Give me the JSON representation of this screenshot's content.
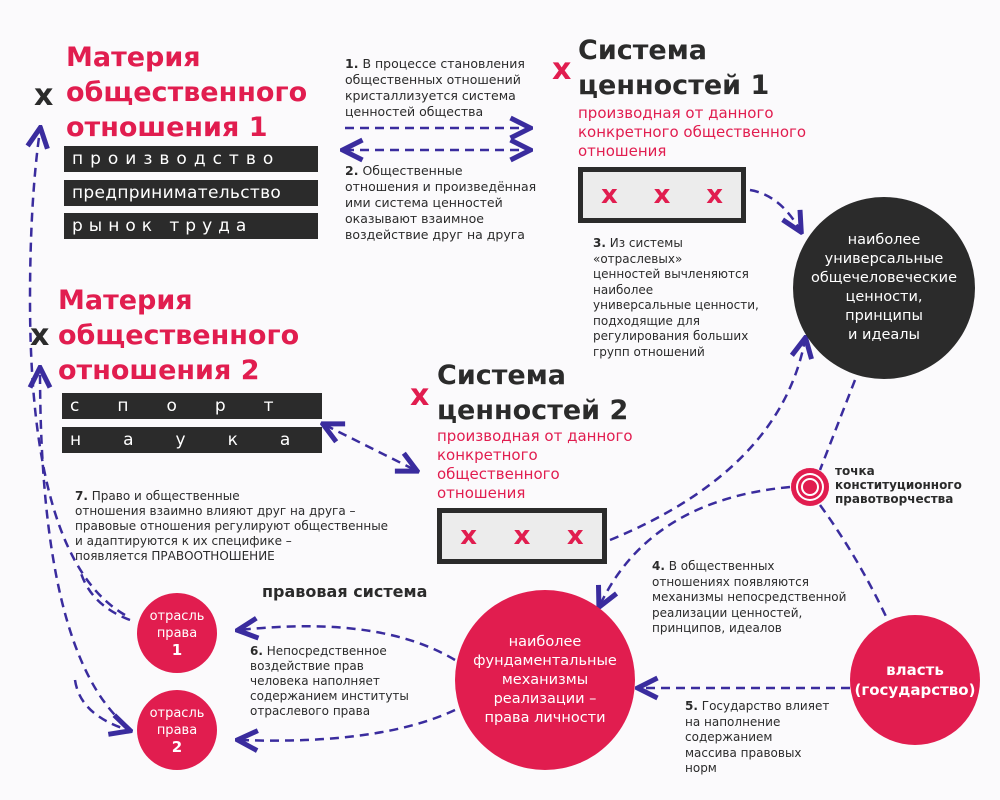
{
  "mark": "x",
  "materia1": {
    "title_lines": [
      "Материя",
      "общественного",
      "отношения 1"
    ],
    "items": [
      "производство",
      "предпринимательство",
      "рынок труда"
    ]
  },
  "materia2": {
    "title_lines": [
      "Материя",
      "общественного",
      "отношения 2"
    ],
    "items": [
      "спорт",
      "наука"
    ]
  },
  "system1": {
    "title_lines": [
      "Система",
      "ценностей 1"
    ],
    "subtitle_lines": [
      "производная от данного",
      "конкретного общественного",
      "отношения"
    ],
    "marks": [
      "x",
      "x",
      "x"
    ]
  },
  "system2": {
    "title_lines": [
      "Система",
      "ценностей 2"
    ],
    "subtitle_lines": [
      "производная от данного",
      "конкретного",
      "общественного",
      "отношения"
    ],
    "marks": [
      "x",
      "x",
      "x"
    ]
  },
  "notes": {
    "n1": {
      "num": "1.",
      "lines": [
        "В процессе становления",
        "общественных отношений",
        "кристаллизуется система",
        "ценностей общества"
      ]
    },
    "n2": {
      "num": "2.",
      "lines": [
        "Общественные",
        "отношения и произведённая",
        "ими система ценностей",
        "оказывают взаимное",
        "воздействие друг на друга"
      ]
    },
    "n3": {
      "num": "3.",
      "lines": [
        "Из системы",
        "«отраслевых»",
        "ценностей вычленяются",
        "наиболее",
        "универсальные ценности,",
        "подходящие для",
        "регулирования больших",
        "групп отношений"
      ]
    },
    "n4": {
      "num": "4.",
      "lines": [
        "В общественных",
        "отношениях появляются",
        "механизмы непосредственной",
        "реализации ценностей,",
        "принципов, идеалов"
      ]
    },
    "n5": {
      "num": "5.",
      "lines": [
        "Государство влияет",
        "на наполнение",
        "содержанием",
        "массива правовых",
        "норм"
      ]
    },
    "n6": {
      "num": "6.",
      "lines": [
        "Непосредственное",
        "воздействие прав",
        "человека наполняет",
        "содержанием институты",
        "отраслевого права"
      ]
    },
    "n7": {
      "num": "7.",
      "lines": [
        "Право и общественные",
        "отношения взаимно влияют друг на друга –",
        "правовые отношения регулируют общественные",
        "и адаптируются к их специфике –",
        "появляется ПРАВООТНОШЕНИЕ"
      ]
    }
  },
  "universal_circle": [
    "наиболее",
    "универсальные",
    "общечеловеческие",
    "ценности,",
    "принципы",
    "и идеалы"
  ],
  "point": [
    "точка",
    "конституционного",
    "правотворчества"
  ],
  "legal_system_label": "правовая система",
  "branch1": [
    "отрасль",
    "права",
    "1"
  ],
  "branch2": [
    "отрасль",
    "права",
    "2"
  ],
  "center_circle": [
    "наиболее",
    "фундаментальные",
    "механизмы",
    "реализации –",
    "права личности"
  ],
  "power": [
    "власть",
    "(государство)"
  ],
  "colors": {
    "red": "#e11d4f",
    "dark": "#2b2b2b",
    "arrow": "#3a2c9e"
  }
}
